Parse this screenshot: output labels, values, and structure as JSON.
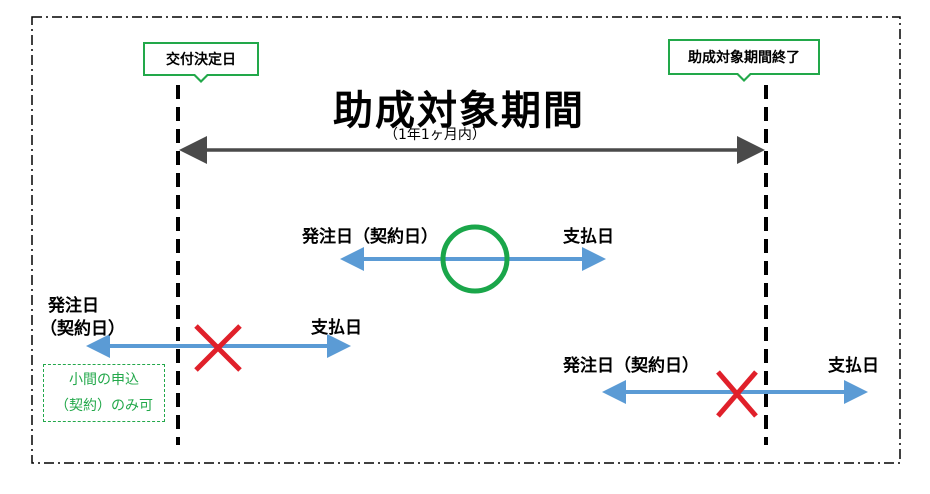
{
  "start_label": "交付決定日",
  "end_label": "助成対象期間終了",
  "title": "助成対象期間",
  "subtitle": "（1年1ヶ月内）",
  "valid_case": {
    "order_label": "発注日（契約日）",
    "payment_label": "支払日",
    "verdict": "ok"
  },
  "early_case": {
    "order_label_line1": "発注日",
    "order_label_line2": "（契約日）",
    "payment_label": "支払日",
    "verdict": "ng",
    "note_line1": "小間の申込",
    "note_line2": "（契約）のみ可"
  },
  "late_case": {
    "order_label": "発注日（契約日）",
    "payment_label": "支払日",
    "verdict": "ng"
  },
  "colors": {
    "timeline_arrow": "#4a4a4a",
    "case_arrow": "#5b9bd5",
    "ok_mark": "#1aa64a",
    "ng_mark": "#e0202a",
    "tag_border": "#22a84a",
    "boundary_line": "#000000"
  }
}
